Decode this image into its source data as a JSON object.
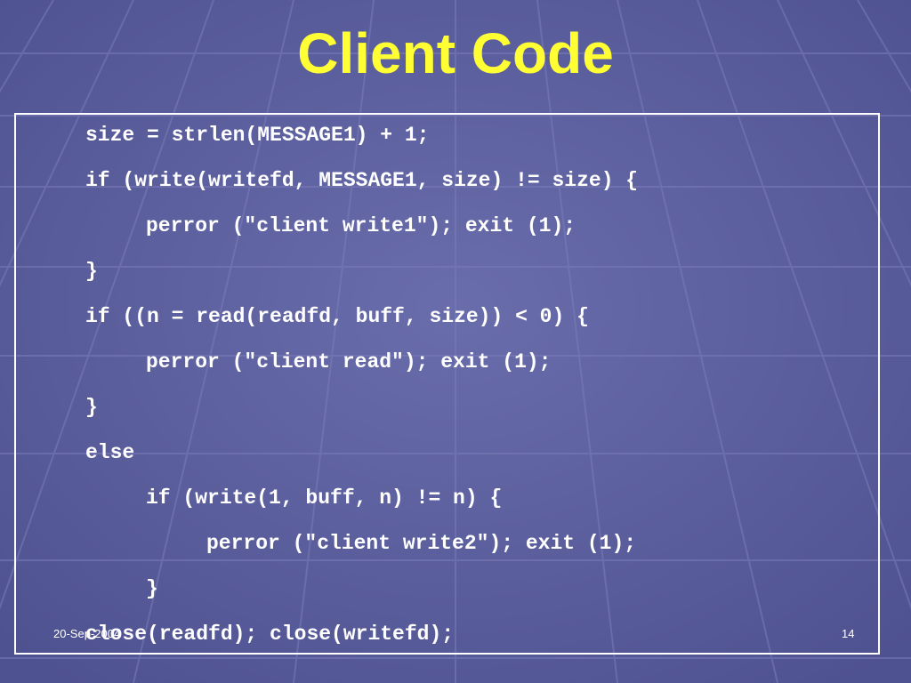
{
  "slide": {
    "title": "Client Code",
    "code_lines": [
      "size = strlen(MESSAGE1) + 1;",
      "if (write(writefd, MESSAGE1, size) != size) {",
      "perror (\"client write1\"); exit (1);",
      "}",
      "if ((n = read(readfd, buff, size)) < 0) {",
      "perror (\"client read\"); exit (1);",
      "}",
      "else",
      "if (write(1, buff, n) != n) {",
      "perror (\"client write2\"); exit (1);",
      "}",
      "close(readfd); close(writefd);"
    ],
    "footer": {
      "date": "20-Sep-2004",
      "page_number": "14"
    }
  },
  "colors": {
    "background": "#5a5d9c",
    "title": "#ffff33",
    "text": "#ffffff"
  }
}
